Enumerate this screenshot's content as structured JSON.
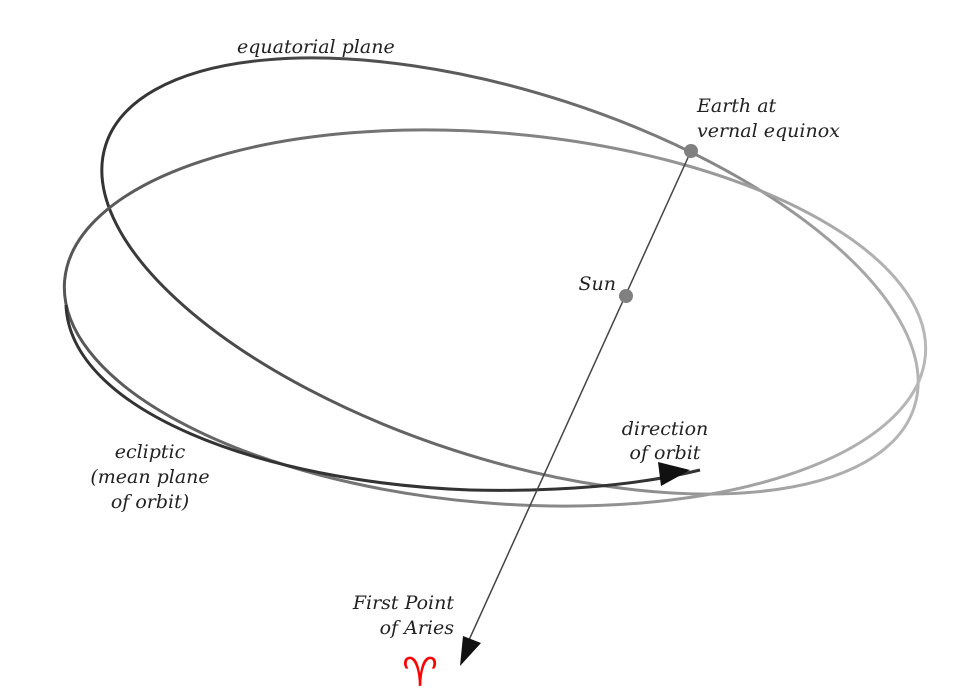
{
  "labels": {
    "equatorial_plane": "equatorial plane",
    "earth_line1": "Earth at",
    "earth_line2": "vernal equinox",
    "sun": "Sun",
    "direction_line1": "direction",
    "direction_line2": "of orbit",
    "ecliptic_line1": "ecliptic",
    "ecliptic_line2": "(mean plane",
    "ecliptic_line3": "of orbit)",
    "aries_line1": "First Point",
    "aries_line2": "of Aries",
    "aries_symbol": "♈"
  },
  "colors": {
    "aries_symbol": "#ff0000",
    "orbit_dark": "#333333",
    "orbit_light": "#b0b0b0",
    "body_dots": "#808080"
  }
}
